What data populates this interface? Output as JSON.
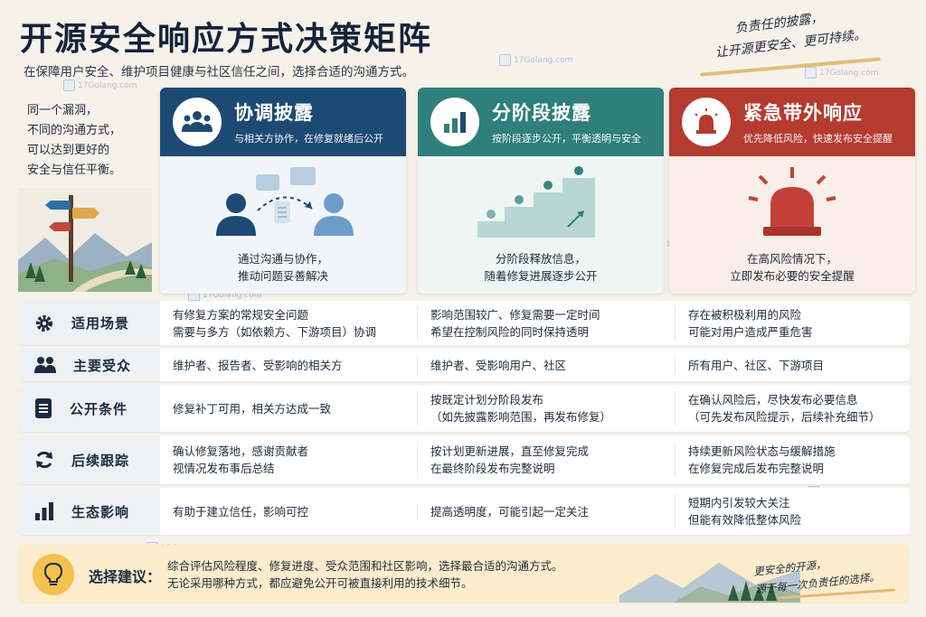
{
  "header": {
    "title": "开源安全响应方式决策矩阵",
    "subtitle": "在保障用户安全、维护项目健康与社区信任之间，选择合适的沟通方式。",
    "motto_line1": "负责任的披露，",
    "motto_line2": "让开源更安全、更可持续。"
  },
  "watermark": "17Golang.com",
  "intro": {
    "line1": "同一个漏洞，",
    "line2": "不同的沟通方式，",
    "line3": "可以达到更好的",
    "line4": "安全与信任平衡。"
  },
  "cards": [
    {
      "title": "协调披露",
      "subtitle": "与相关方协作，在修复就绪后公开",
      "desc_line1": "通过沟通与协作，",
      "desc_line2": "推动问题妥善解决",
      "icon": "people-group-icon",
      "color": "#1d4a73"
    },
    {
      "title": "分阶段披露",
      "subtitle": "按阶段逐步公开，平衡透明与安全",
      "desc_line1": "分阶段释放信息，",
      "desc_line2": "随着修复进展逐步公开",
      "icon": "bar-chart-icon",
      "color": "#2f7f7a"
    },
    {
      "title": "紧急带外响应",
      "subtitle": "优先降低风险，快速发布安全提醒",
      "desc_line1": "在高风险情况下，",
      "desc_line2": "立即发布必要的安全提醒",
      "icon": "siren-icon",
      "color": "#b53a30"
    }
  ],
  "rows": [
    {
      "label": "适用场景",
      "icon": "gear-icon",
      "a": [
        "有修复方案的常规安全问题",
        "需要与多方（如依赖方、下游项目）协调"
      ],
      "b": [
        "影响范围较广、修复需要一定时间",
        "希望在控制风险的同时保持透明"
      ],
      "c": [
        "存在被积极利用的风险",
        "可能对用户造成严重危害"
      ]
    },
    {
      "label": "主要受众",
      "icon": "users-icon",
      "a": [
        "维护者、报告者、受影响的相关方"
      ],
      "b": [
        "维护者、受影响用户、社区"
      ],
      "c": [
        "所有用户、社区、下游项目"
      ]
    },
    {
      "label": "公开条件",
      "icon": "document-icon",
      "a": [
        "修复补丁可用，相关方达成一致"
      ],
      "b": [
        "按既定计划分阶段发布",
        "（如先披露影响范围，再发布修复）"
      ],
      "c": [
        "在确认风险后，尽快发布必要信息",
        "（可先发布风险提示，后续补充细节）"
      ]
    },
    {
      "label": "后续跟踪",
      "icon": "refresh-icon",
      "a": [
        "确认修复落地，感谢贡献者",
        "视情况发布事后总结"
      ],
      "b": [
        "按计划更新进展，直至修复完成",
        "在最终阶段发布完整说明"
      ],
      "c": [
        "持续更新风险状态与缓解措施",
        "在修复完成后发布完整说明"
      ]
    },
    {
      "label": "生态影响",
      "icon": "bar-chart-icon",
      "a": [
        "有助于建立信任，影响可控"
      ],
      "b": [
        "提高透明度，可能引起一定关注"
      ],
      "c": [
        "短期内引发较大关注",
        "但能有效降低整体风险"
      ]
    }
  ],
  "advice": {
    "label": "选择建议：",
    "line1": "综合评估风险程度、修复进度、受众范围和社区影响，选择最合适的沟通方式。",
    "line2": "无论采用哪种方式，都应避免公开可被直接利用的技术细节。",
    "tagline_line1": "更安全的开源，",
    "tagline_line2": "源于每一次负责任的选择。",
    "icon": "lightbulb-icon"
  }
}
